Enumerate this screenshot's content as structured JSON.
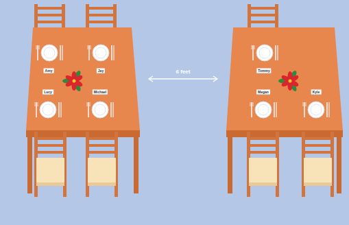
{
  "diagram": {
    "nodes": [
      {
        "text": [
          "Amy"
        ]
      },
      {
        "text": [
          "Jay"
        ]
      },
      {
        "text": [
          "Lucy"
        ]
      },
      {
        "text": [
          "Michael"
        ]
      },
      {
        "text": [
          "Tommy"
        ]
      },
      {
        "text": [
          "Megan"
        ]
      },
      {
        "text": [
          "Kyle"
        ]
      }
    ],
    "labels": [
      "6 feet"
    ]
  }
}
